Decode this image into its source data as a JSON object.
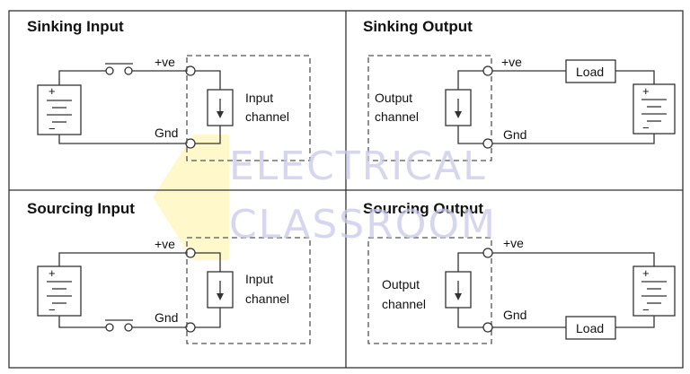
{
  "watermark": {
    "line1": "ELECTRICAL",
    "line2": "CLASSROOM"
  },
  "panels": {
    "sinking_input": {
      "title": "Sinking Input",
      "pos_label": "+ve",
      "gnd_label": "Gnd",
      "channel_line1": "Input",
      "channel_line2": "channel",
      "batt_plus": "+",
      "batt_minus": "−"
    },
    "sinking_output": {
      "title": "Sinking Output",
      "pos_label": "+ve",
      "gnd_label": "Gnd",
      "channel_line1": "Output",
      "channel_line2": "channel",
      "load_label": "Load",
      "batt_plus": "+",
      "batt_minus": "−"
    },
    "sourcing_input": {
      "title": "Sourcing Input",
      "pos_label": "+ve",
      "gnd_label": "Gnd",
      "channel_line1": "Input",
      "channel_line2": "channel",
      "batt_plus": "+",
      "batt_minus": "−"
    },
    "sourcing_output": {
      "title": "Sourcing Output",
      "pos_label": "+ve",
      "gnd_label": "Gnd",
      "channel_line1": "Output",
      "channel_line2": "channel",
      "load_label": "Load",
      "batt_plus": "+",
      "batt_minus": "−"
    }
  },
  "colors": {
    "watermark": "#c9c9ea",
    "highlight": "#fff3a0",
    "line": "#333333"
  }
}
